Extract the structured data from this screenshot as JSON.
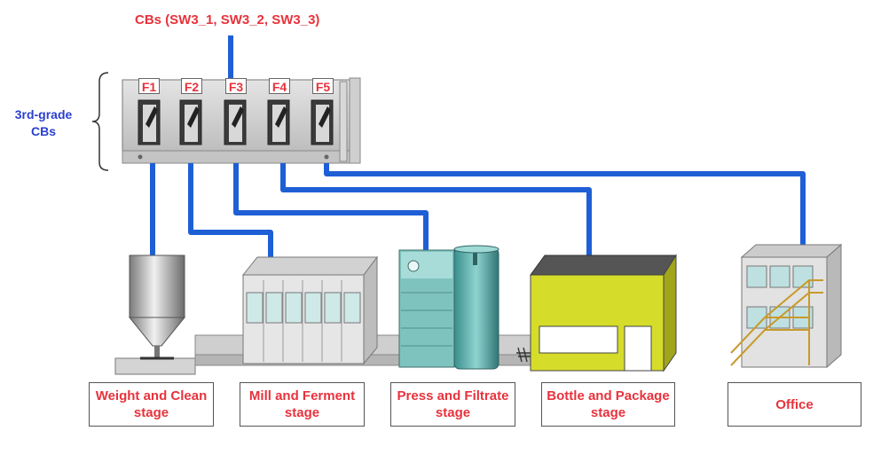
{
  "title": "CBs (SW3_1, SW3_2, SW3_3)",
  "cb_group_label": {
    "line1": "3rd-grade",
    "line2": "CBs"
  },
  "feeders": [
    "F1",
    "F2",
    "F3",
    "F4",
    "F5"
  ],
  "stages": [
    {
      "line1": "Weight and Clean",
      "line2": "stage"
    },
    {
      "line1": "Mill and Ferment",
      "line2": "stage"
    },
    {
      "line1": "Press and Filtrate",
      "line2": "stage"
    },
    {
      "line1": "Bottle and Package",
      "line2": "stage"
    },
    {
      "line1": "Office",
      "line2": ""
    }
  ],
  "colors": {
    "label_red": "#e8323c",
    "label_blue": "#2a3fd0",
    "wire_blue": "#1f5fd6"
  }
}
